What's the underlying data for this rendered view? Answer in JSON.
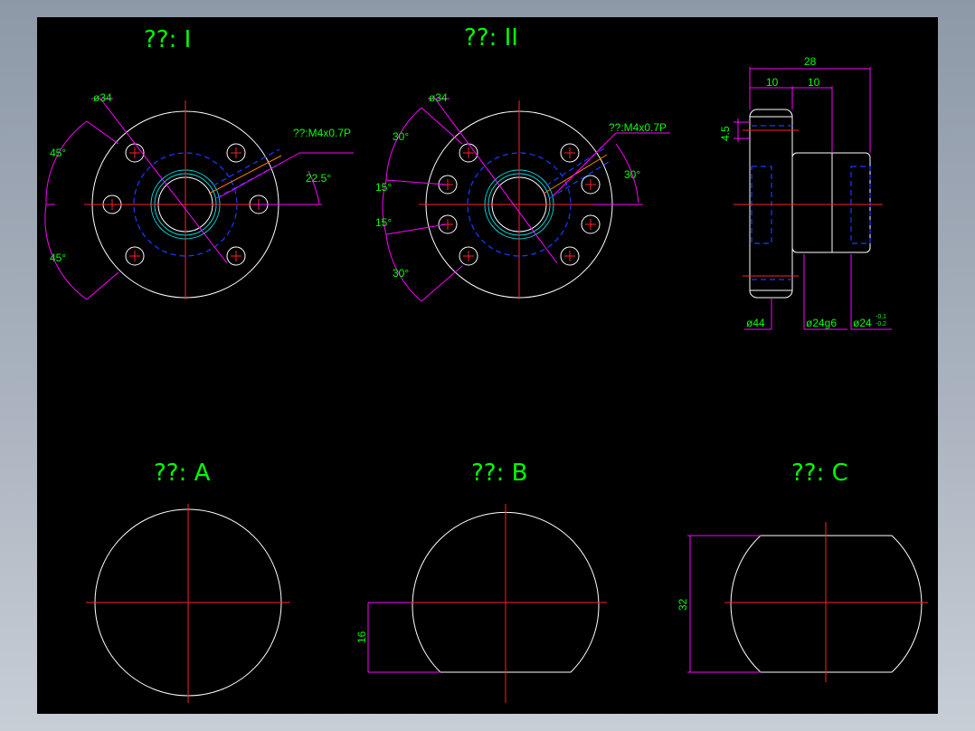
{
  "views": {
    "view1_title": "??: I",
    "view2_title": "??: II",
    "viewA_title": "??: A",
    "viewB_title": "??: B",
    "viewC_title": "??: C"
  },
  "dims": {
    "v1_dia34": "ø34",
    "v1_thread": "??:M4x0.7P",
    "v1_ang45_top": "45°",
    "v1_ang45_bot": "45°",
    "v1_ang22": "22.5°",
    "v2_dia34": "ø34",
    "v2_thread": "??:M4x0.7P",
    "v2_ang30_top": "30°",
    "v2_ang15_top": "15°",
    "v2_ang15_bot": "15°",
    "v2_ang30_bot": "30°",
    "v2_ang30_right": "30°",
    "side_28": "28",
    "side_10a": "10",
    "side_10b": "10",
    "side_45": "4.5",
    "side_dia44": "ø44",
    "side_dia24g6": "ø24g6",
    "side_dia24": "ø24",
    "side_tol_upper": "-0.1",
    "side_tol_lower": "-0.2",
    "b_16": "16",
    "c_32": "32"
  }
}
